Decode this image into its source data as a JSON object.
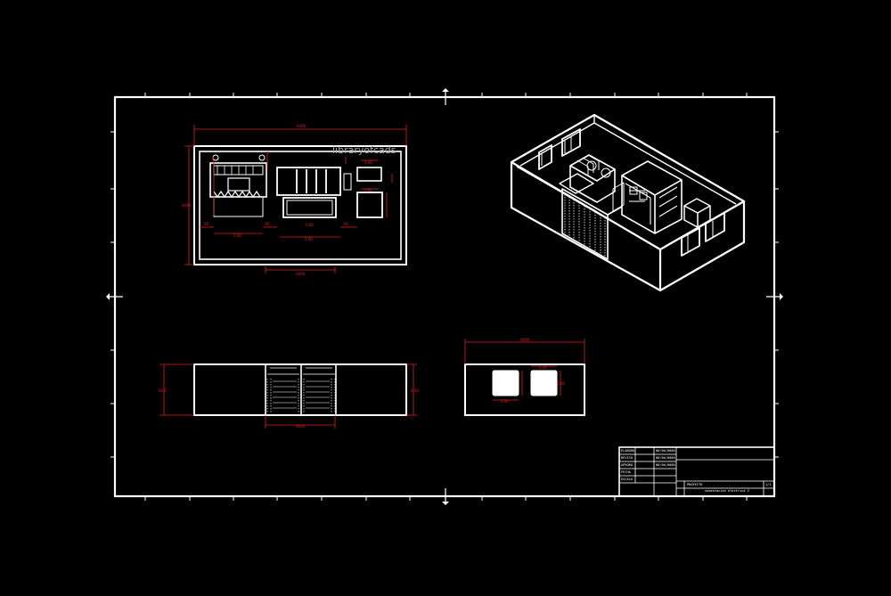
{
  "drawing": {
    "watermark": "libraryofcads",
    "colors": {
      "background": "#000000",
      "lines": "#ffffff",
      "dimensions": "#e02020"
    },
    "dimensions": {
      "plan_top": "0000",
      "plan_bottom": "0000",
      "plan_left": "0000",
      "plan_sub": [
        "00",
        "0.00",
        "00",
        "0.00",
        "00",
        "0.00",
        "0.00",
        "0.00"
      ],
      "front_left": "00.0",
      "front_right": "0.00",
      "front_bottom": "0000",
      "side_top": "0000",
      "side_inner": "0.00",
      "side_right": "0.00",
      "side_bottom": "0.00"
    },
    "title_block": {
      "cells": [
        "ELABORO",
        "REVISO",
        "APROBO",
        "FECHA",
        "ESCALA",
        "00/00/0000",
        "00/00/0000",
        "00/00/0000"
      ],
      "sheet_title": "subestacion electrica 2",
      "sheet_no": "1/1",
      "project": "PROYECTO"
    }
  }
}
